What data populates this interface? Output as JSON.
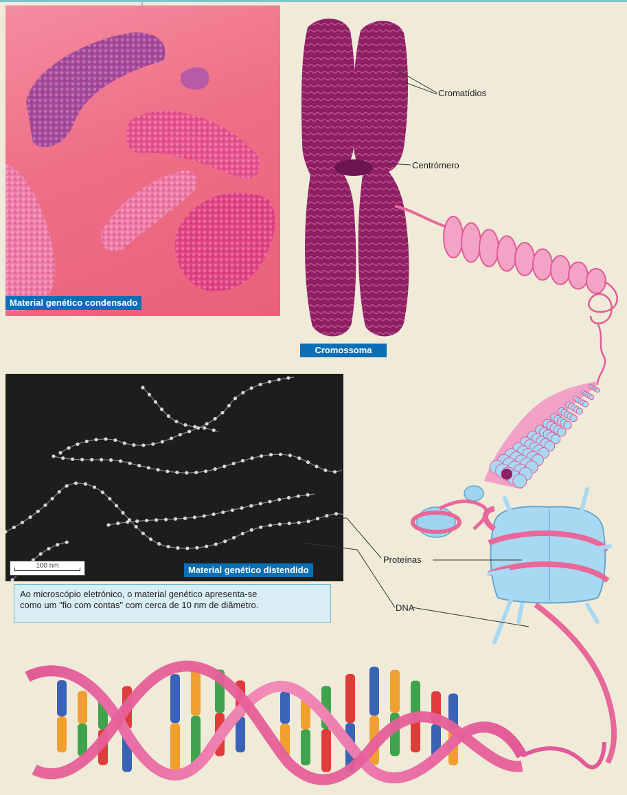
{
  "labels": {
    "condensed_tag": "Material genético condensado",
    "cromossoma_tag": "Cromossoma",
    "distendido_tag": "Material genético distendido",
    "cromatidios": "Cromatídios",
    "centromero": "Centrómero",
    "proteinas": "Proteínas",
    "dna": "DNA",
    "scale": "100 nm"
  },
  "caption": {
    "line1": "Ao microscópio eletrónico, o material genético apresenta-se",
    "line2": "como um \"fio com contas\" com cerca de 10 nm de diâmetro."
  },
  "colors": {
    "background": "#f0ead9",
    "tag_blue": "#0b6fb6",
    "chromosome": "#8e1f63",
    "fiber_pink": "#e8689a",
    "histone_blue": "#9fd4ef",
    "caption_bg": "#d8edf4"
  }
}
